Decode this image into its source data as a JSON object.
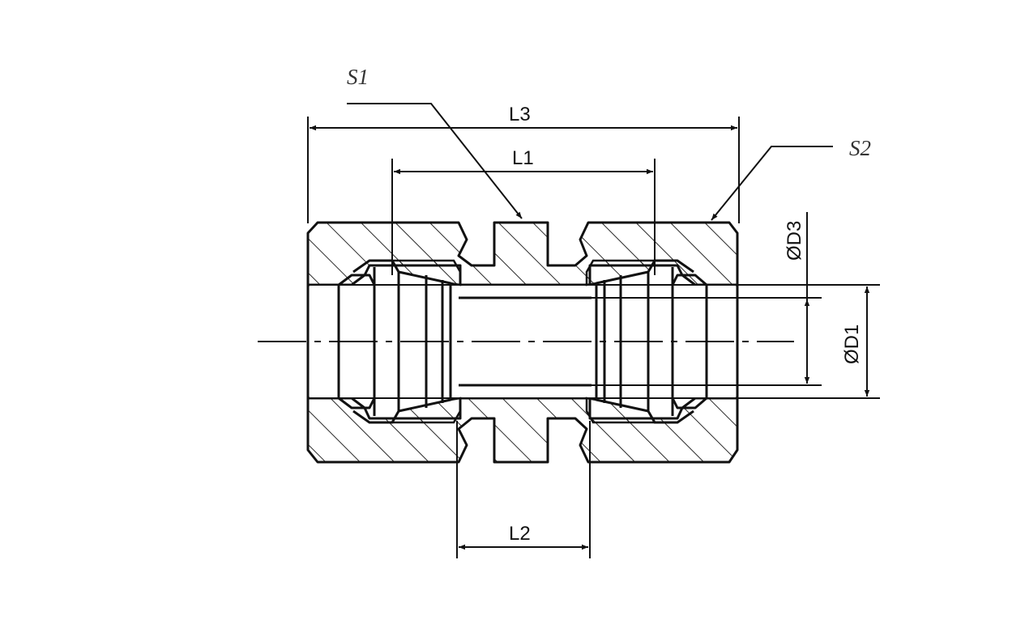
{
  "labels": {
    "s1": "S1",
    "s2": "S2",
    "l1": "L1",
    "l2": "L2",
    "l3": "L3",
    "d1": "ØD1",
    "d3": "ØD3"
  },
  "colors": {
    "line": "#111111",
    "background": "#ffffff"
  }
}
